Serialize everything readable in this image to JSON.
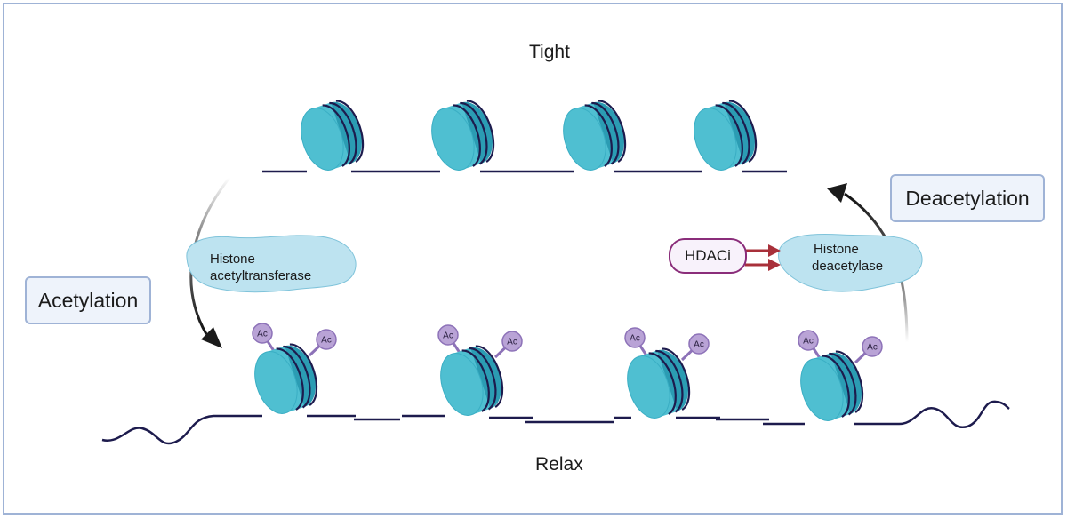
{
  "diagram": {
    "states": {
      "tight": "Tight",
      "relax": "Relax"
    },
    "processes": {
      "acetylation": "Acetylation",
      "deacetylation": "Deacetylation"
    },
    "enzymes": {
      "hat": [
        "Histone",
        "acetyltransferase"
      ],
      "hdac": [
        "Histone",
        "deacetylase"
      ]
    },
    "inhibitor": "HDACi",
    "acetyl_mark": "Ac",
    "colors": {
      "nucleosome": "#4fbfd1",
      "nucleosome_dark": "#2b9cb3",
      "dna": "#1d1b4d",
      "acetyl": "#b9a3d6",
      "enzyme": "#bde3f0",
      "inhibitor_border": "#8a2d7a",
      "inhibition_arrow": "#a8303a",
      "box_border": "#9fb3d6"
    },
    "tight_nucleosomes": 4,
    "relaxed_nucleosomes": 4
  }
}
